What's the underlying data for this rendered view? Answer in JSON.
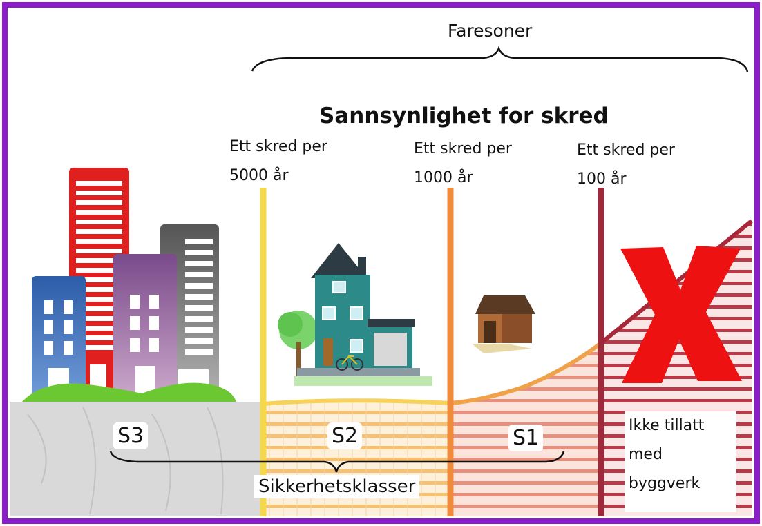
{
  "header": {
    "zones_label": "Faresoner",
    "title": "Sannsynlighet for skred"
  },
  "probability_lines": [
    {
      "line1": "Ett skred per",
      "line2": "5000 år",
      "color": "#f4d84a"
    },
    {
      "line1": "Ett skred per",
      "line2": "1000 år",
      "color": "#f08a3c"
    },
    {
      "line1": "Ett skred per",
      "line2": "100 år",
      "color": "#9c2a3a"
    }
  ],
  "classes": [
    "S3",
    "S2",
    "S1"
  ],
  "classes_label": "Sikkerhetsklasser",
  "forbidden": {
    "text": "Ikke tillatt med byggverk",
    "mark": "X",
    "mark_color": "#ee1111"
  },
  "colors": {
    "frame": "#8a1fc8",
    "ground": "#d9d9d9",
    "s2_stripe": "#f6c070",
    "s1_stripe": "#e79080",
    "forbidden_stripe": "#a8283a"
  },
  "icons": [
    "city-buildings-icon",
    "house-icon",
    "shed-icon",
    "forbidden-x-icon"
  ]
}
